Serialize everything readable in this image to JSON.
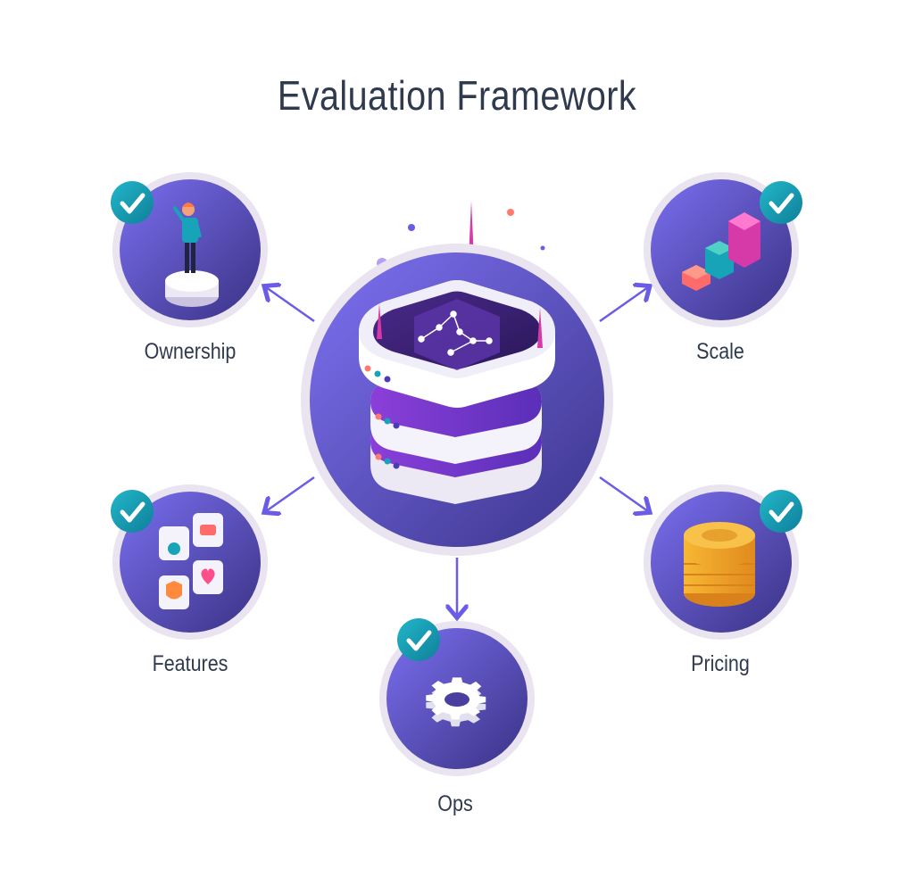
{
  "title": "Evaluation Framework",
  "nodes": {
    "ownership": {
      "label": "Ownership",
      "icon": "person-on-pedestal-icon",
      "checked": true
    },
    "scale": {
      "label": "Scale",
      "icon": "bar-growth-icon",
      "checked": true
    },
    "features": {
      "label": "Features",
      "icon": "feature-tiles-icon",
      "checked": true
    },
    "pricing": {
      "label": "Pricing",
      "icon": "coin-stack-icon",
      "checked": true
    },
    "ops": {
      "label": "Ops",
      "icon": "gear-icon",
      "checked": true
    }
  },
  "center": {
    "icon": "server-stack-icon"
  },
  "colors": {
    "circle_light": "#6f64e8",
    "circle_dark": "#3c3488",
    "ring": "#e9e4f0",
    "check": "#17a3b8",
    "arrow": "#6b5ce7",
    "text": "#2f3a4e"
  }
}
